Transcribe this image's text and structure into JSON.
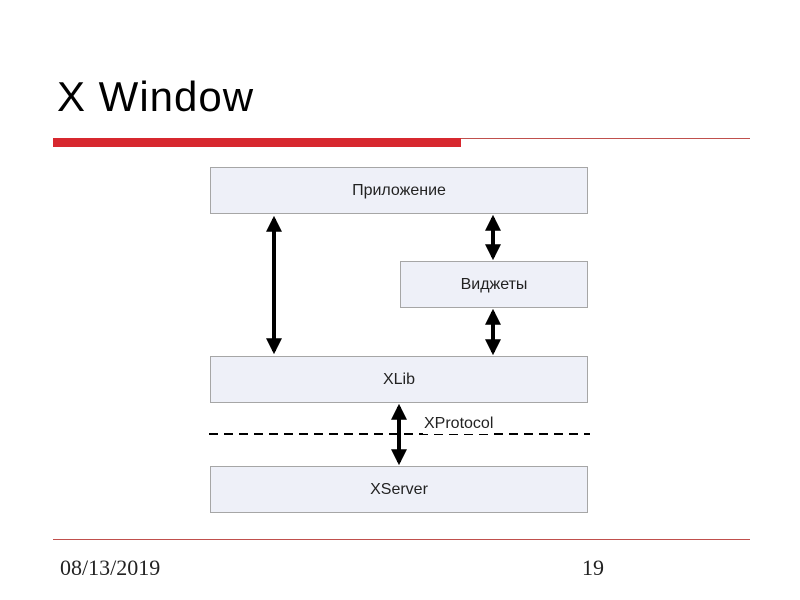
{
  "slide": {
    "title": "X Window"
  },
  "diagram": {
    "layers": {
      "application": "Приложение",
      "widgets": "Виджеты",
      "xlib": "XLib",
      "xserver": "XServer"
    },
    "protocol_label": "XProtocol"
  },
  "footer": {
    "date": "08/13/2019",
    "page_number": "19"
  },
  "colors": {
    "accent": "#d7282f",
    "box_fill": "#eef0f8",
    "rule": "#c0504d"
  }
}
